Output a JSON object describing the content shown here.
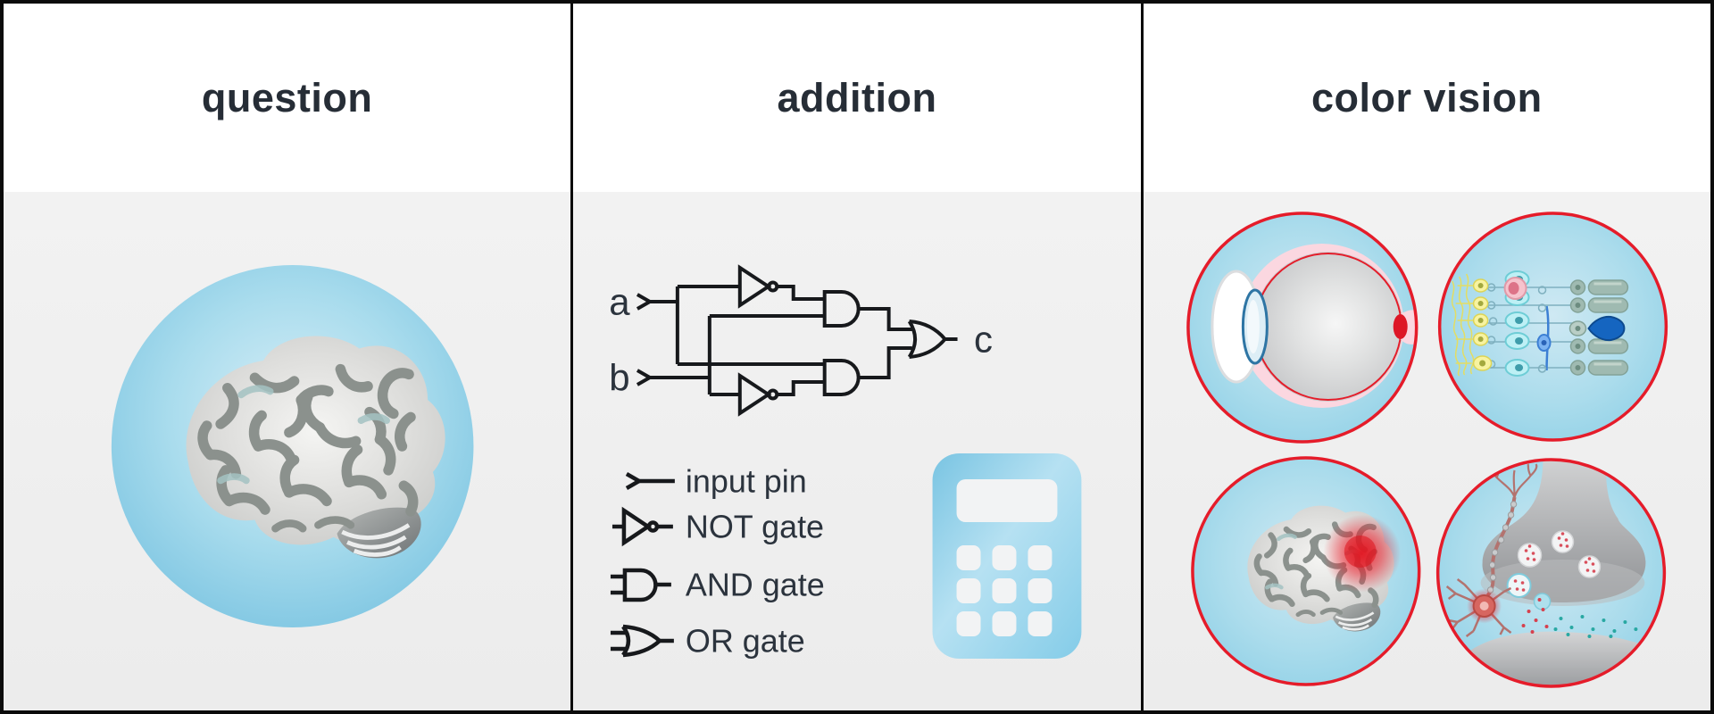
{
  "panels": [
    {
      "title": "question",
      "illustration": "brain-in-blue-circle"
    },
    {
      "title": "addition",
      "circuit": {
        "inputs": [
          "a",
          "b"
        ],
        "output": "c",
        "gates": [
          "NOT",
          "NOT",
          "AND",
          "AND",
          "OR"
        ]
      },
      "legend": [
        {
          "icon": "input-pin-icon",
          "label": "input pin"
        },
        {
          "icon": "not-gate-icon",
          "label": "NOT gate"
        },
        {
          "icon": "and-gate-icon",
          "label": "AND gate"
        },
        {
          "icon": "or-gate-icon",
          "label": "OR gate"
        }
      ],
      "calculator_icon": "calculator"
    },
    {
      "title": "color vision",
      "illustrations": [
        "eye-cross-section",
        "retina-cell-layers",
        "brain-highlighted-region",
        "synapse"
      ]
    }
  ],
  "colors": {
    "frame_border": "#0b0b0b",
    "header_bg": "#ffffff",
    "body_bg": "#f1f1f1",
    "title_text": "#262d36",
    "diagram_stroke": "#17191c",
    "diagram_text": "#2b333d",
    "blue_circle_edge": "#7fc6e2",
    "blue_circle_center": "#d8eef7",
    "red_ring": "#e51c2a",
    "calculator_blue": "#8ccfe9",
    "brain_gray": "#d9dad8",
    "sulci_gray": "#8b918d",
    "pain_red": "#ed1c24"
  }
}
